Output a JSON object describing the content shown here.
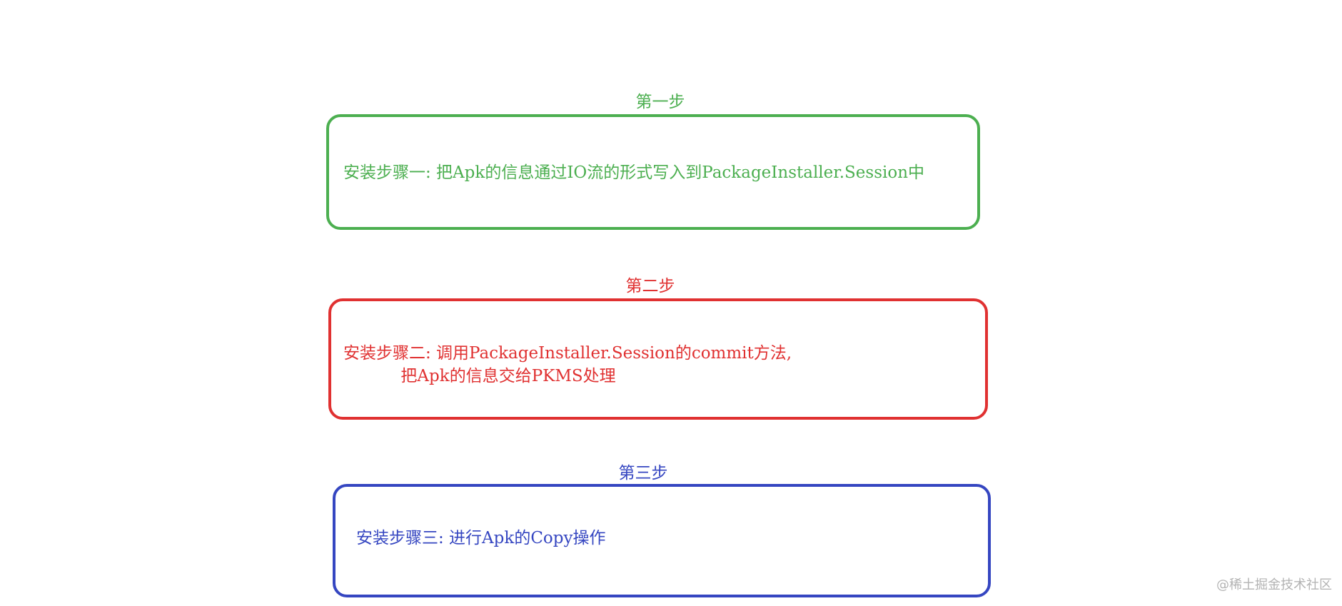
{
  "colors": {
    "step1": "#4caf50",
    "step2": "#e03131",
    "step3": "#3546c1",
    "watermark": "#b3b3b3"
  },
  "steps": [
    {
      "title": "第一步",
      "text": "安装步骤一: 把Apk的信息通过IO流的形式写入到PackageInstaller.Session中"
    },
    {
      "title": "第二步",
      "text": "安装步骤二: 调用PackageInstaller.Session的commit方法,\n           把Apk的信息交给PKMS处理"
    },
    {
      "title": "第三步",
      "text": "安装步骤三: 进行Apk的Copy操作"
    }
  ],
  "watermark": "@稀土掘金技术社区"
}
